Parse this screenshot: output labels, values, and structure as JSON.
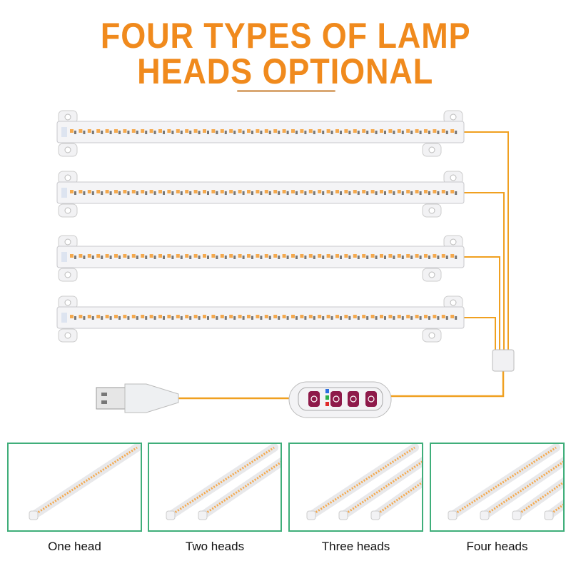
{
  "header": {
    "title_line1": "FOUR TYPES OF LAMP",
    "title_line2": "HEADS OPTIONAL"
  },
  "colors": {
    "title": "#f08a1d",
    "rule": "#d9a874",
    "box_border": "#3fae7a",
    "led": "#f4a94e",
    "wire": "#f0a020",
    "button": "#8e1a4a"
  },
  "controller": {
    "buttons": [
      "power-icon",
      "timer-icon",
      "brightness-down-icon",
      "brightness-up-icon"
    ],
    "indicators": [
      "#2a6ee0",
      "#2ab04a",
      "#e02a2a"
    ]
  },
  "options": [
    {
      "label": "One head",
      "heads": 1
    },
    {
      "label": "Two heads",
      "heads": 2
    },
    {
      "label": "Three heads",
      "heads": 3
    },
    {
      "label": "Four heads",
      "heads": 4
    }
  ]
}
